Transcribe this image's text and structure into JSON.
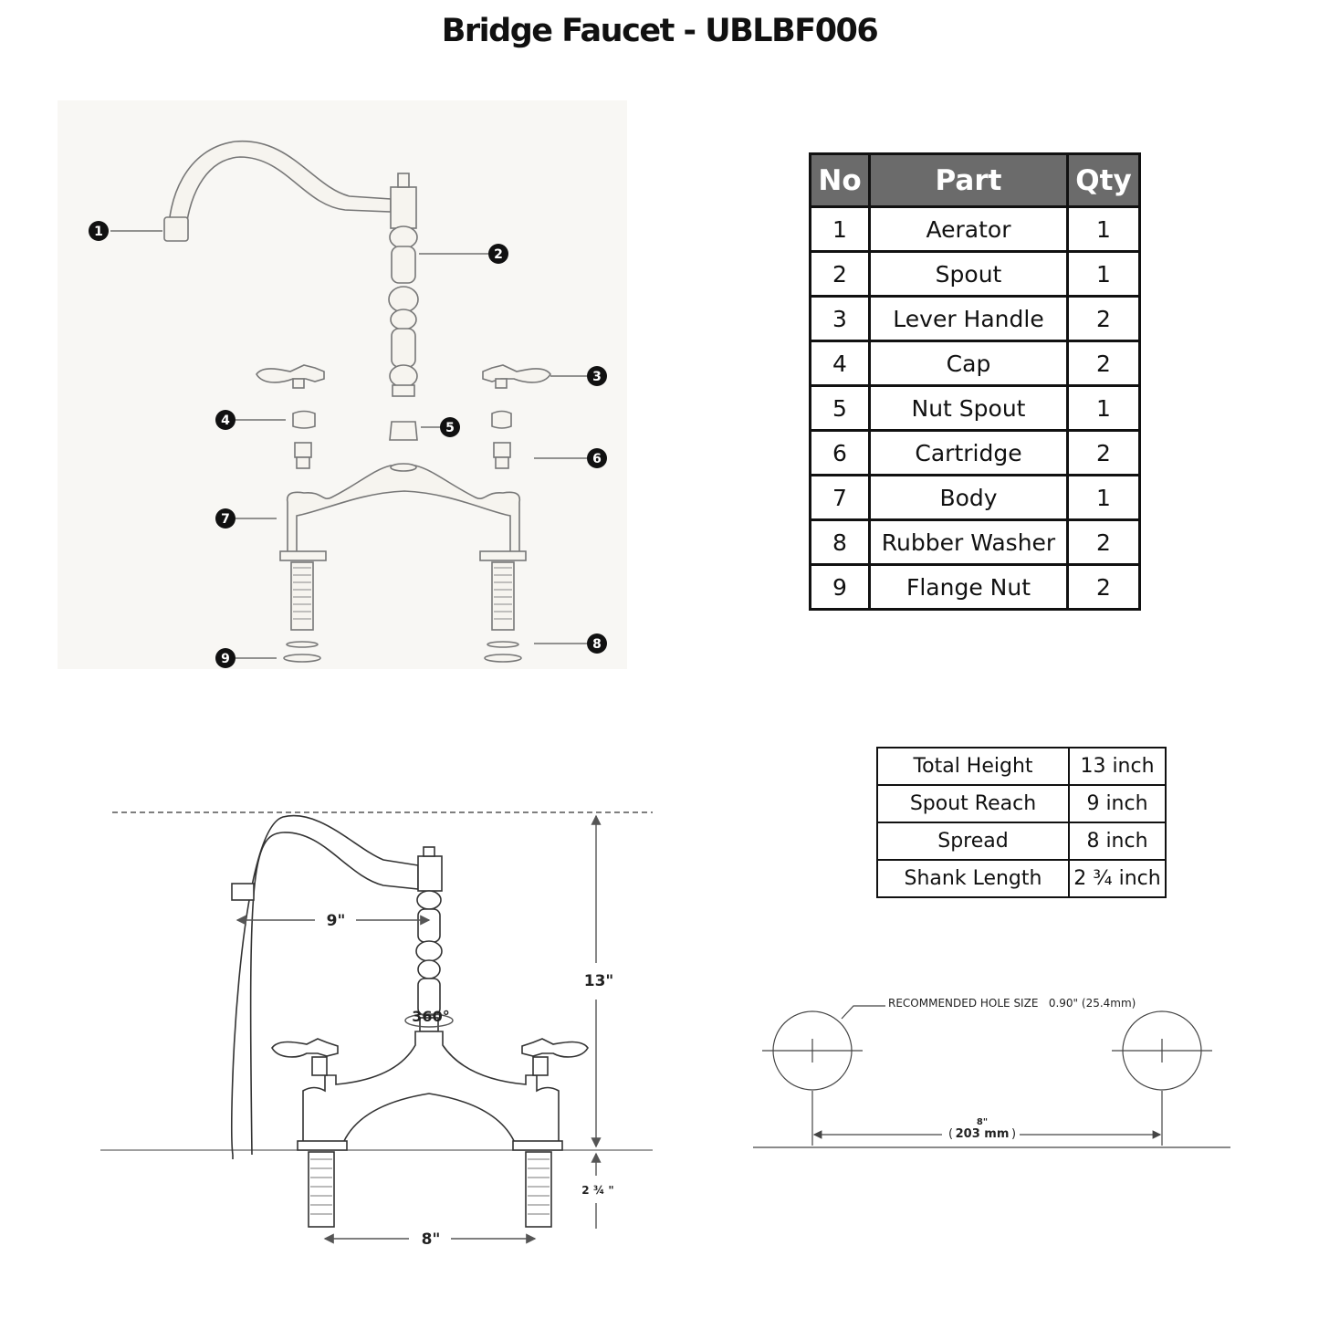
{
  "title": "Bridge Faucet - UBLBF006",
  "callouts": [
    "1",
    "2",
    "3",
    "4",
    "5",
    "6",
    "7",
    "8",
    "9"
  ],
  "parts_table": {
    "headers": [
      "No",
      "Part",
      "Qty"
    ],
    "rows": [
      {
        "no": "1",
        "part": "Aerator",
        "qty": "1"
      },
      {
        "no": "2",
        "part": "Spout",
        "qty": "1"
      },
      {
        "no": "3",
        "part": "Lever Handle",
        "qty": "2"
      },
      {
        "no": "4",
        "part": "Cap",
        "qty": "2"
      },
      {
        "no": "5",
        "part": "Nut Spout",
        "qty": "1"
      },
      {
        "no": "6",
        "part": "Cartridge",
        "qty": "2"
      },
      {
        "no": "7",
        "part": "Body",
        "qty": "1"
      },
      {
        "no": "8",
        "part": "Rubber Washer",
        "qty": "2"
      },
      {
        "no": "9",
        "part": "Flange Nut",
        "qty": "2"
      }
    ]
  },
  "specs": [
    {
      "label": "Total Height",
      "value": "13 inch"
    },
    {
      "label": "Spout Reach",
      "value": "9 inch"
    },
    {
      "label": "Spread",
      "value": "8 inch"
    },
    {
      "label": "Shank Length",
      "value": "2 ¾ inch"
    }
  ],
  "dimensions": {
    "reach": "9\"",
    "height": "13\"",
    "rotation": "360°",
    "shank": "2 ¾ \"",
    "spread": "8\""
  },
  "holes": {
    "note": "RECOMMENDED HOLE SIZE   0.90\" (25.4mm)",
    "spacing_in": "8\"",
    "spacing_mm": "203 mm"
  }
}
